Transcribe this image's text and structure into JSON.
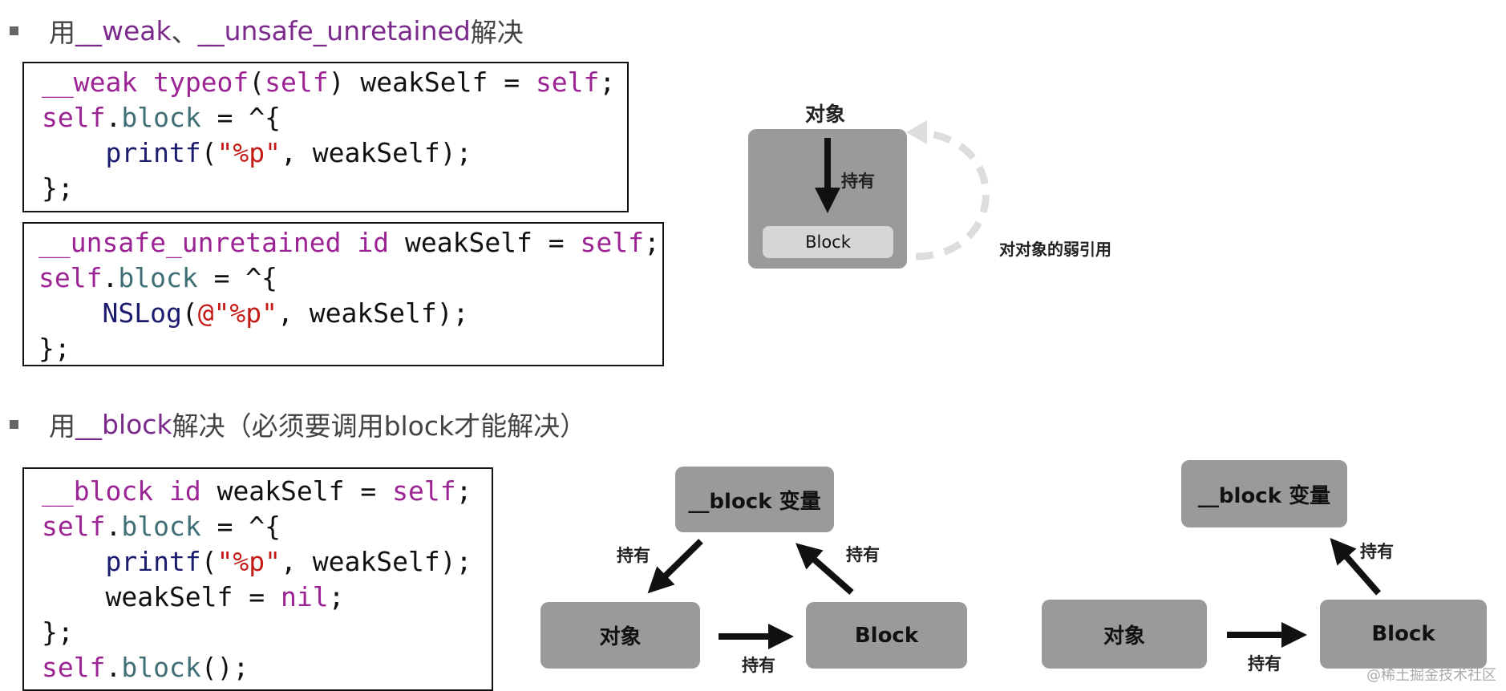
{
  "heading1": {
    "prefix": "用",
    "kw1": "__weak",
    "sep": "、",
    "kw2": "__unsafe_unretained",
    "suffix": "解决"
  },
  "heading2": {
    "prefix": "用",
    "kw": "__block",
    "suffix": "解决（必须要调用block才能解决）"
  },
  "code1": {
    "lines": [
      [
        [
          "__weak ",
          "c-purple"
        ],
        [
          "typeof",
          "c-purple"
        ],
        [
          "(",
          "c-black"
        ],
        [
          "self",
          "c-purple"
        ],
        [
          ") weakSelf = ",
          "c-black"
        ],
        [
          "self",
          "c-purple"
        ],
        [
          ";",
          "c-black"
        ]
      ],
      [
        [
          "self",
          "c-purple"
        ],
        [
          ".",
          "c-black"
        ],
        [
          "block",
          "c-teal"
        ],
        [
          " = ^{",
          "c-black"
        ]
      ],
      [
        [
          "    printf",
          "c-navy"
        ],
        [
          "(",
          "c-black"
        ],
        [
          "\"%p\"",
          "c-red"
        ],
        [
          ", weakSelf);",
          "c-black"
        ]
      ],
      [
        [
          "};",
          "c-black"
        ]
      ]
    ]
  },
  "code2": {
    "lines": [
      [
        [
          "__unsafe_unretained ",
          "c-purple"
        ],
        [
          "id",
          "c-purple"
        ],
        [
          " weakSelf = ",
          "c-black"
        ],
        [
          "self",
          "c-purple"
        ],
        [
          ";",
          "c-black"
        ]
      ],
      [
        [
          "self",
          "c-purple"
        ],
        [
          ".",
          "c-black"
        ],
        [
          "block",
          "c-teal"
        ],
        [
          " = ^{",
          "c-black"
        ]
      ],
      [
        [
          "    NSLog",
          "c-navy"
        ],
        [
          "(",
          "c-black"
        ],
        [
          "@\"%p\"",
          "c-red"
        ],
        [
          ", weakSelf);",
          "c-black"
        ]
      ],
      [
        [
          "};",
          "c-black"
        ]
      ]
    ]
  },
  "code3": {
    "lines": [
      [
        [
          "__block ",
          "c-purple"
        ],
        [
          "id",
          "c-purple"
        ],
        [
          " weakSelf = ",
          "c-black"
        ],
        [
          "self",
          "c-purple"
        ],
        [
          ";",
          "c-black"
        ]
      ],
      [
        [
          "self",
          "c-purple"
        ],
        [
          ".",
          "c-black"
        ],
        [
          "block",
          "c-teal"
        ],
        [
          " = ^{",
          "c-black"
        ]
      ],
      [
        [
          "    printf",
          "c-navy"
        ],
        [
          "(",
          "c-black"
        ],
        [
          "\"%p\"",
          "c-red"
        ],
        [
          ", weakSelf);",
          "c-black"
        ]
      ],
      [
        [
          "    weakSelf = ",
          "c-black"
        ],
        [
          "nil",
          "c-purple"
        ],
        [
          ";",
          "c-black"
        ]
      ],
      [
        [
          "};",
          "c-black"
        ]
      ],
      [
        [
          "self",
          "c-purple"
        ],
        [
          ".",
          "c-black"
        ],
        [
          "block",
          "c-teal"
        ],
        [
          "();",
          "c-black"
        ]
      ]
    ]
  },
  "diagram1": {
    "object_label": "对象",
    "hold_label": "持有",
    "block_label": "Block",
    "weak_ref_label": "对对象的弱引用"
  },
  "diagram2": {
    "var_label": "__block 变量",
    "object_label": "对象",
    "block_label": "Block",
    "hold_left": "持有",
    "hold_right": "持有",
    "hold_bottom": "持有"
  },
  "diagram3": {
    "var_label": "__block 变量",
    "object_label": "对象",
    "block_label": "Block",
    "hold_up": "持有",
    "hold_bottom": "持有"
  },
  "watermark": "@稀土掘金技术社区",
  "colors": {
    "keyword": "#7b2a8c",
    "box_gray": "#9a9a9a"
  }
}
